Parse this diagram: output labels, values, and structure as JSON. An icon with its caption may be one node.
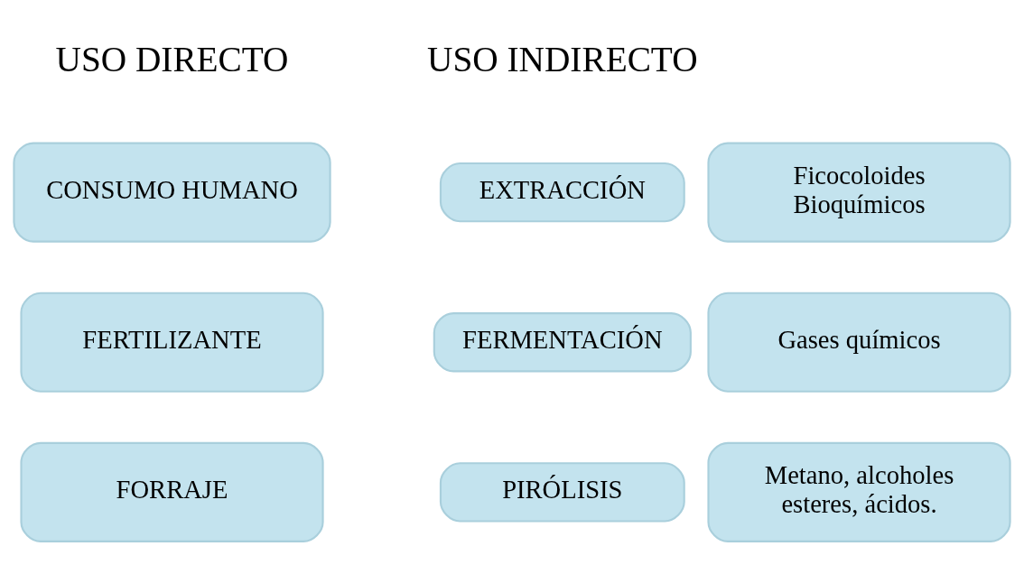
{
  "diagram": {
    "nodes": [
      {
        "text": [
          "CONSUMO HUMANO"
        ]
      },
      {
        "text": [
          "FERTILIZANTE"
        ]
      },
      {
        "text": [
          "FORRAJE"
        ]
      },
      {
        "text": [
          "EXTRACCIÓN"
        ]
      },
      {
        "text": [
          "Ficocoloides Bioquímicos"
        ]
      },
      {
        "text": [
          "FERMENTACIÓN"
        ]
      },
      {
        "text": [
          "Gases químicos"
        ]
      },
      {
        "text": [
          "PIRÓLISIS"
        ]
      },
      {
        "text": [
          "Metano, alcoholes esteres, ácidos."
        ]
      }
    ],
    "edges": [],
    "labels": [
      "USO DIRECTO",
      "USO INDIRECTO"
    ]
  }
}
